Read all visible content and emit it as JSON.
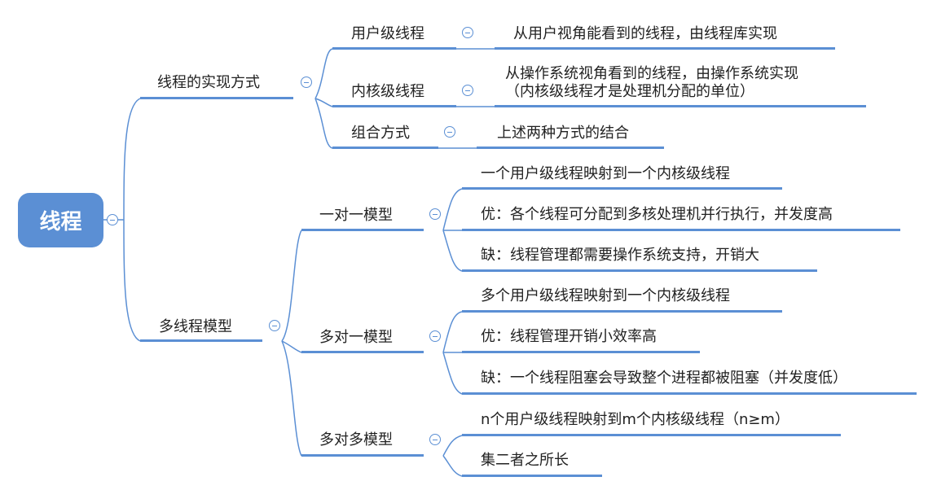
{
  "root": {
    "label": "线程"
  },
  "branches": {
    "impl": {
      "label": "线程的实现方式",
      "children": [
        {
          "label": "用户级线程",
          "detail": "从用户视角能看到的线程，由线程库实现"
        },
        {
          "label": "内核级线程",
          "detail": "从操作系统视角看到的线程，由操作系统实现\n（内核级线程才是处理机分配的单位）"
        },
        {
          "label": "组合方式",
          "detail": "上述两种方式的结合"
        }
      ]
    },
    "models": {
      "label": "多线程模型",
      "children": [
        {
          "label": "一对一模型",
          "details": [
            "一个用户级线程映射到一个内核级线程",
            "优：各个线程可分配到多核处理机并行执行，并发度高",
            "缺：线程管理都需要操作系统支持，开销大"
          ]
        },
        {
          "label": "多对一模型",
          "details": [
            "多个用户级线程映射到一个内核级线程",
            "优：线程管理开销小效率高",
            "缺：一个线程阻塞会导致整个进程都被阻塞（并发度低）"
          ]
        },
        {
          "label": "多对多模型",
          "details": [
            "n个用户级线程映射到m个内核级线程（n≥m）",
            "集二者之所长"
          ]
        }
      ]
    }
  },
  "colors": {
    "line": "#5b8fd4",
    "root_bg": "#5b8fd4",
    "text": "#222222"
  }
}
